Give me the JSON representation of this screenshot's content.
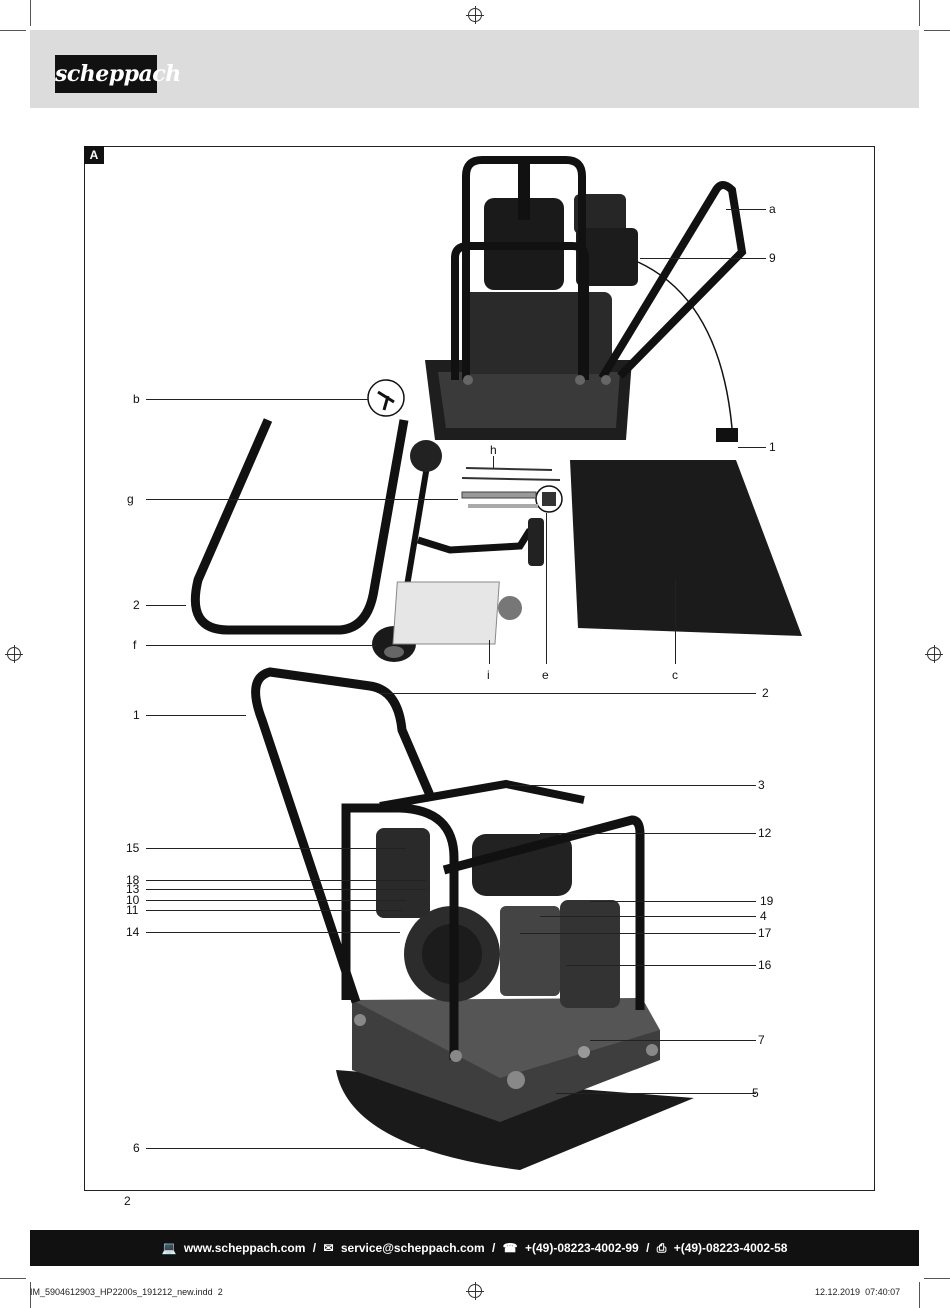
{
  "header": {
    "brand": "scheppach"
  },
  "figure": {
    "section_label": "A",
    "parts_callouts": {
      "a": "a",
      "n9": "9",
      "b": "b",
      "h": "h",
      "n1": "1",
      "g": "g",
      "n2": "2",
      "f": "f",
      "i": "i",
      "e": "e",
      "c": "c"
    },
    "machine_callouts": {
      "n2": "2",
      "n1": "1",
      "n3": "3",
      "n12": "12",
      "n15": "15",
      "n18": "18",
      "n13": "13",
      "n10": "10",
      "n11": "11",
      "n19": "19",
      "n4": "4",
      "n14": "14",
      "n17": "17",
      "n16": "16",
      "n7": "7",
      "n5": "5",
      "n6": "6"
    },
    "manual_cover_title": "Operating Manual"
  },
  "page_number": "2",
  "footer": {
    "website_icon": "computer-icon",
    "website": "www.scheppach.com",
    "email_icon": "envelope-icon",
    "email": "service@scheppach.com",
    "phone_icon": "phone-icon",
    "phone": "+(49)-08223-4002-99",
    "fax_icon": "fax-icon",
    "fax": "+(49)-08223-4002-58",
    "separator": "/"
  },
  "slug": {
    "filename": "IM_5904612903_HP2200s_191212_new.indd",
    "page": "2",
    "date": "12.12.2019",
    "time": "07:40:07"
  }
}
